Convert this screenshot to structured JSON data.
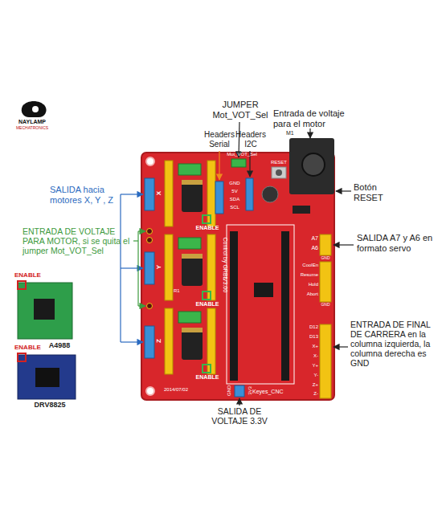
{
  "diagram": {
    "labels": [
      "NAYLAMP",
      "MECHATRONICS",
      "JUMPER Mot_VOT_Sel",
      "Entrada de voltaje para el motor",
      "Headers Serial",
      "Headers I2C",
      "Botón RESET",
      "SALIDA hacia motores X, Y , Z",
      "ENTRADA DE VOLTAJE PARA MOTOR, si se quita el jumper Mot_VOT_Sel",
      "SALIDA A7 y A6 en formato servo",
      "ENTRADA DE FINAL DE CARRERA en la columna izquierda, la columna derecha es GND",
      "SALIDA DE VOLTAJE 3.3V",
      "ENABLE",
      "A4988",
      "ENABLE",
      "DRV8825",
      "X",
      "Y",
      "Z",
      "Mot_VOT_Sel",
      "RESET",
      "GND",
      "5V",
      "SDA",
      "SCL",
      "ENABLE",
      "ENABLE",
      "ENABLE",
      "Control by GRBL",
      "V3.00",
      "A7",
      "A6",
      "GND",
      "CoolEn",
      "Resume",
      "Hold",
      "Abort",
      "GND",
      "D12",
      "D13",
      "X+",
      "X-",
      "Y+",
      "Y-",
      "Z+",
      "Z-",
      "Keyes_CNC",
      "2014/07/02",
      "3V3",
      "GND",
      "R1",
      "M1"
    ]
  }
}
